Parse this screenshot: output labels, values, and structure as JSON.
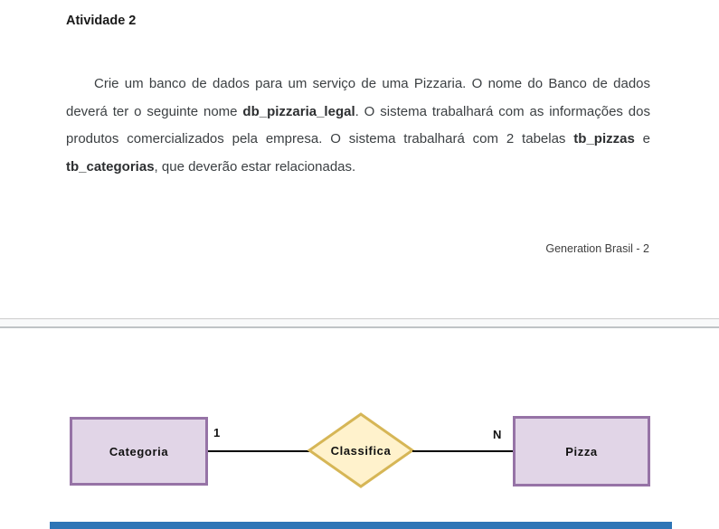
{
  "document": {
    "heading": "Atividade 2",
    "paragraph_segments": [
      {
        "text": "Crie um banco de dados para um serviço de uma Pizzaria. O nome do Banco de dados deverá ter o seguinte nome ",
        "bold": false
      },
      {
        "text": "db_pizzaria_legal",
        "bold": true
      },
      {
        "text": ". O sistema trabalhará com as informações dos produtos comercializados pela empresa. O sistema trabalhará com 2 tabelas ",
        "bold": false
      },
      {
        "text": "tb_pizzas",
        "bold": true
      },
      {
        "text": " e ",
        "bold": false
      },
      {
        "text": "tb_categorias",
        "bold": true
      },
      {
        "text": ", que deverão estar relacionadas.",
        "bold": false
      }
    ],
    "footer": "Generation Brasil - 2"
  },
  "diagram": {
    "type": "entity-relationship",
    "entities": [
      {
        "label": "Categoria"
      },
      {
        "label": "Pizza"
      }
    ],
    "relationship": {
      "label": "Classifica"
    },
    "cardinality_left": "1",
    "cardinality_right": "N"
  },
  "colors": {
    "entity-fill": "#e1d5e7",
    "entity-border": "#9673a6",
    "relationship-fill": "#fff2cc",
    "relationship-border": "#d6b656",
    "connector": "#000000",
    "page-band": "#f8f9fa",
    "bottom-bar": "#2e75b6"
  }
}
